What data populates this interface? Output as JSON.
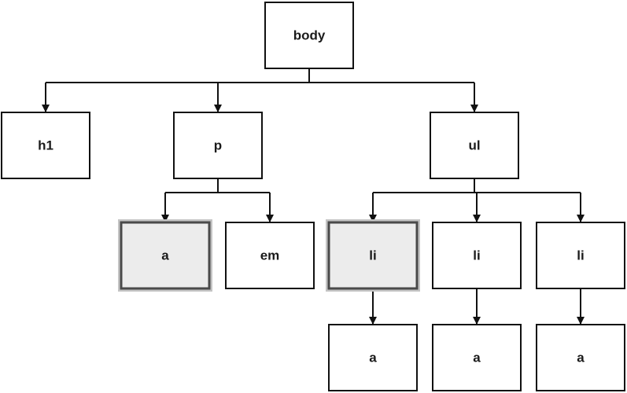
{
  "nodes": {
    "body": "body",
    "h1": "h1",
    "p": "p",
    "ul": "ul",
    "p_a": "a",
    "p_em": "em",
    "li1": "li",
    "li2": "li",
    "li3": "li",
    "li1_a": "a",
    "li2_a": "a",
    "li3_a": "a"
  },
  "highlighted": [
    "p_a",
    "li1"
  ],
  "edges": [
    [
      "body",
      "h1"
    ],
    [
      "body",
      "p"
    ],
    [
      "body",
      "ul"
    ],
    [
      "p",
      "p_a"
    ],
    [
      "p",
      "p_em"
    ],
    [
      "ul",
      "li1"
    ],
    [
      "ul",
      "li2"
    ],
    [
      "ul",
      "li3"
    ],
    [
      "li1",
      "li1_a"
    ],
    [
      "li2",
      "li2_a"
    ],
    [
      "li3",
      "li3_a"
    ]
  ]
}
